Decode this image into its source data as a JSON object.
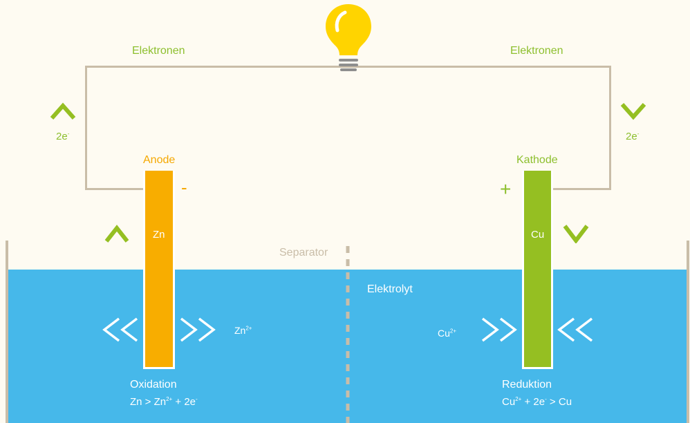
{
  "labels": {
    "electrons_left": "Elektronen",
    "electrons_right": "Elektronen",
    "charge_left": "2e",
    "charge_left_sup": "-",
    "charge_right": "2e",
    "charge_right_sup": "-",
    "anode": "Anode",
    "cathode": "Kathode",
    "minus": "-",
    "plus": "+",
    "zn": "Zn",
    "cu": "Cu",
    "separator": "Separator",
    "electrolyte": "Elektrolyt",
    "zn_ion": "Zn",
    "zn_ion_sup": "2+",
    "cu_ion": "Cu",
    "cu_ion_sup": "2+",
    "oxidation_title": "Oxidation",
    "oxidation_eq": {
      "a": "Zn > Zn",
      "a_sup": "2+",
      "b": " + 2e",
      "b_sup": "-"
    },
    "reduction_title": "Reduktion",
    "reduction_eq": {
      "a": "Cu",
      "a_sup": "2+",
      "b": " + 2e",
      "b_sup": "-",
      "c": " > Cu"
    }
  },
  "colors": {
    "background": "#FEFBF2",
    "wire": "#C9BDA8",
    "electrolyte": "#46B8EA",
    "anode": "#F8AD00",
    "cathode": "#95BF22",
    "label_green": "#8DBF2E",
    "anode_label": "#F5A800",
    "separator": "#C9BDA8",
    "bulb": "#FFD400"
  },
  "icons": {
    "bulb": "light-bulb-icon",
    "up_arrow": "chevron-up-icon",
    "down_arrow": "chevron-down-icon",
    "left_double": "double-chevron-left-icon",
    "right_double": "double-chevron-right-icon"
  }
}
